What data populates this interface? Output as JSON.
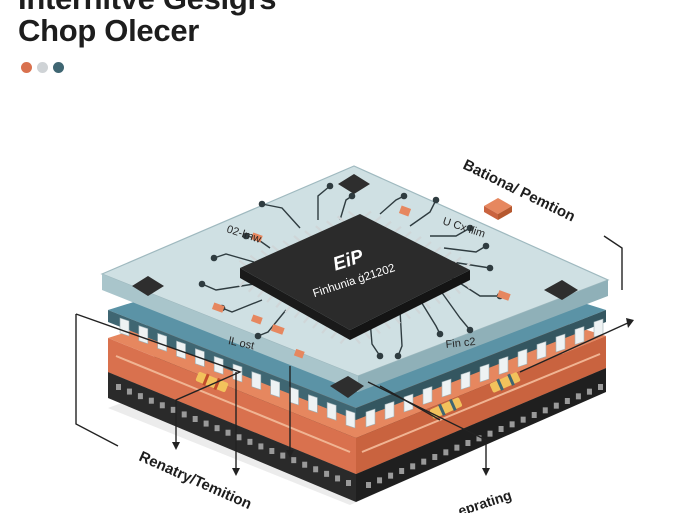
{
  "header": {
    "title_line1": "Interhltve Gesigrs",
    "title_line2": "Chop Olecer",
    "dots": [
      {
        "name": "dot-orange",
        "color": "#d9714e"
      },
      {
        "name": "dot-grey",
        "color": "#cfd3d6"
      },
      {
        "name": "dot-teal",
        "color": "#3f6672"
      }
    ]
  },
  "chip": {
    "die_title": "EiP",
    "die_subtitle": "Finhunia ġ21202",
    "die_color": "#2f2f2f",
    "board_color": "#cfe0e3",
    "board_lower_color": "#5b93a6",
    "copper_color": "#e6875f",
    "base_color": "#3a3a3a",
    "pad_labels": {
      "top_left": "02-lmw",
      "top_right": "U Cx llim",
      "bottom_left": "lL ost",
      "bottom_right": "Fin c2"
    }
  },
  "callouts": {
    "top_right": "Bationa/ Pemtion",
    "bottom_left": "Renatry/Temition",
    "bottom_right": "eprating"
  },
  "colors": {
    "accent_orange": "#d9714e",
    "accent_teal": "#3f6672",
    "pin_light": "#e9eef0",
    "trace_dark": "#2f3c40"
  }
}
